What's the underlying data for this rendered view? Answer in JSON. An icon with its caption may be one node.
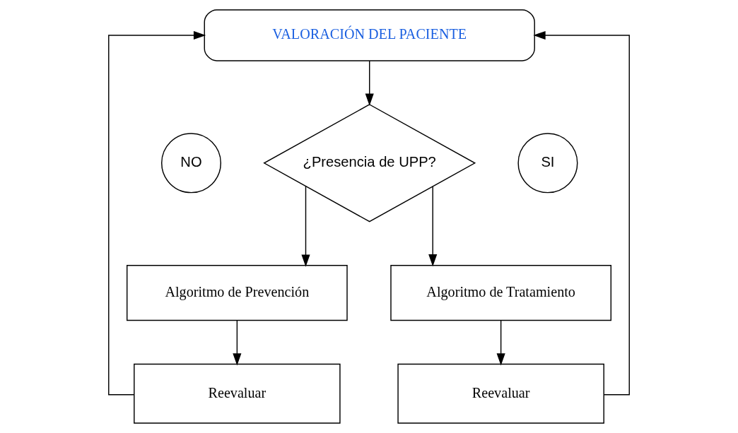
{
  "diagram": {
    "nodes": [
      {
        "text": [
          "VALORACIÓN DEL PACIENTE"
        ]
      },
      {
        "text": [
          "¿Presencia de UPP?"
        ]
      },
      {
        "text": [
          "NO"
        ]
      },
      {
        "text": [
          "SI"
        ]
      },
      {
        "text": [
          "Algoritmo de Prevención"
        ]
      },
      {
        "text": [
          "Algoritmo de Tratamiento"
        ]
      },
      {
        "text": [
          "Reevaluar"
        ]
      },
      {
        "text": [
          "Reevaluar"
        ]
      }
    ],
    "edges": [
      {
        "from": 0,
        "to": 1,
        "arrow": "to"
      },
      {
        "from": 1,
        "to": 4,
        "arrow": "to"
      },
      {
        "from": 1,
        "to": 5,
        "arrow": "to"
      },
      {
        "from": 4,
        "to": 6,
        "arrow": "to"
      },
      {
        "from": 5,
        "to": 7,
        "arrow": "to"
      },
      {
        "from": 6,
        "to": 0,
        "arrow": "to"
      },
      {
        "from": 7,
        "to": 0,
        "arrow": "to"
      }
    ]
  }
}
